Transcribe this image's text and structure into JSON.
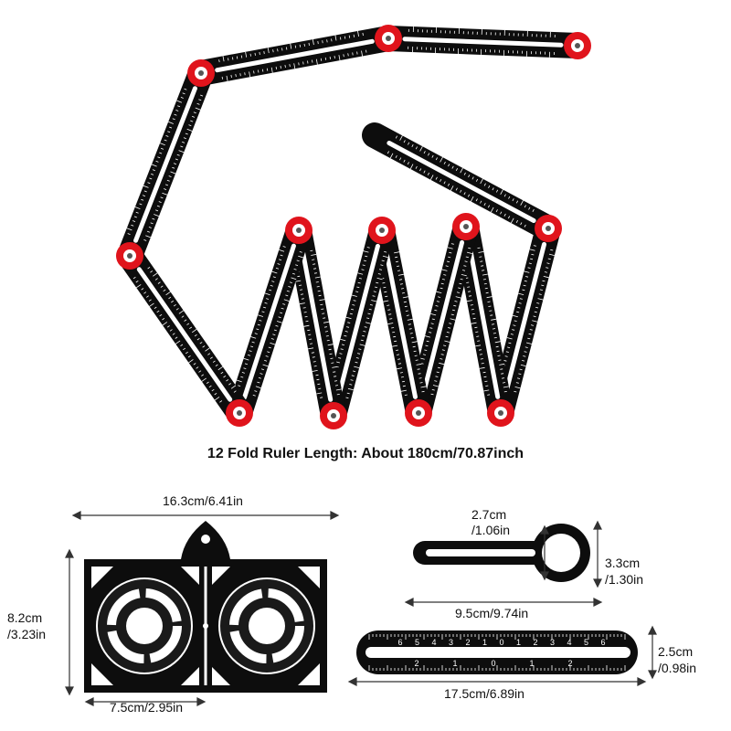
{
  "colors": {
    "ruler": "#0d0d0d",
    "slot": "#ffffff",
    "joint": "#e0141c",
    "dim_line": "#333333",
    "tick": "#ffffff"
  },
  "headline": "12 Fold Ruler Length: About 180cm/70.87inch",
  "template_width": "16.3cm/6.41in",
  "template_height_cm": "8.2cm",
  "template_height_in": "/3.23in",
  "template_circle": "7.5cm/2.95in",
  "key_width_cm": "2.7cm",
  "key_width_in": "/1.06in",
  "key_height_cm": "3.3cm",
  "key_height_in": "/1.30in",
  "key_length": "9.5cm/9.74in",
  "bar_height_cm": "2.5cm",
  "bar_height_in": "/0.98in",
  "bar_length": "17.5cm/6.89in",
  "bar_top_scale": [
    "6",
    "5",
    "4",
    "3",
    "2",
    "1",
    "0",
    "1",
    "2",
    "3",
    "4",
    "5",
    "6"
  ],
  "bar_bottom_scale": [
    "2",
    "1",
    "0",
    "1",
    "2"
  ]
}
